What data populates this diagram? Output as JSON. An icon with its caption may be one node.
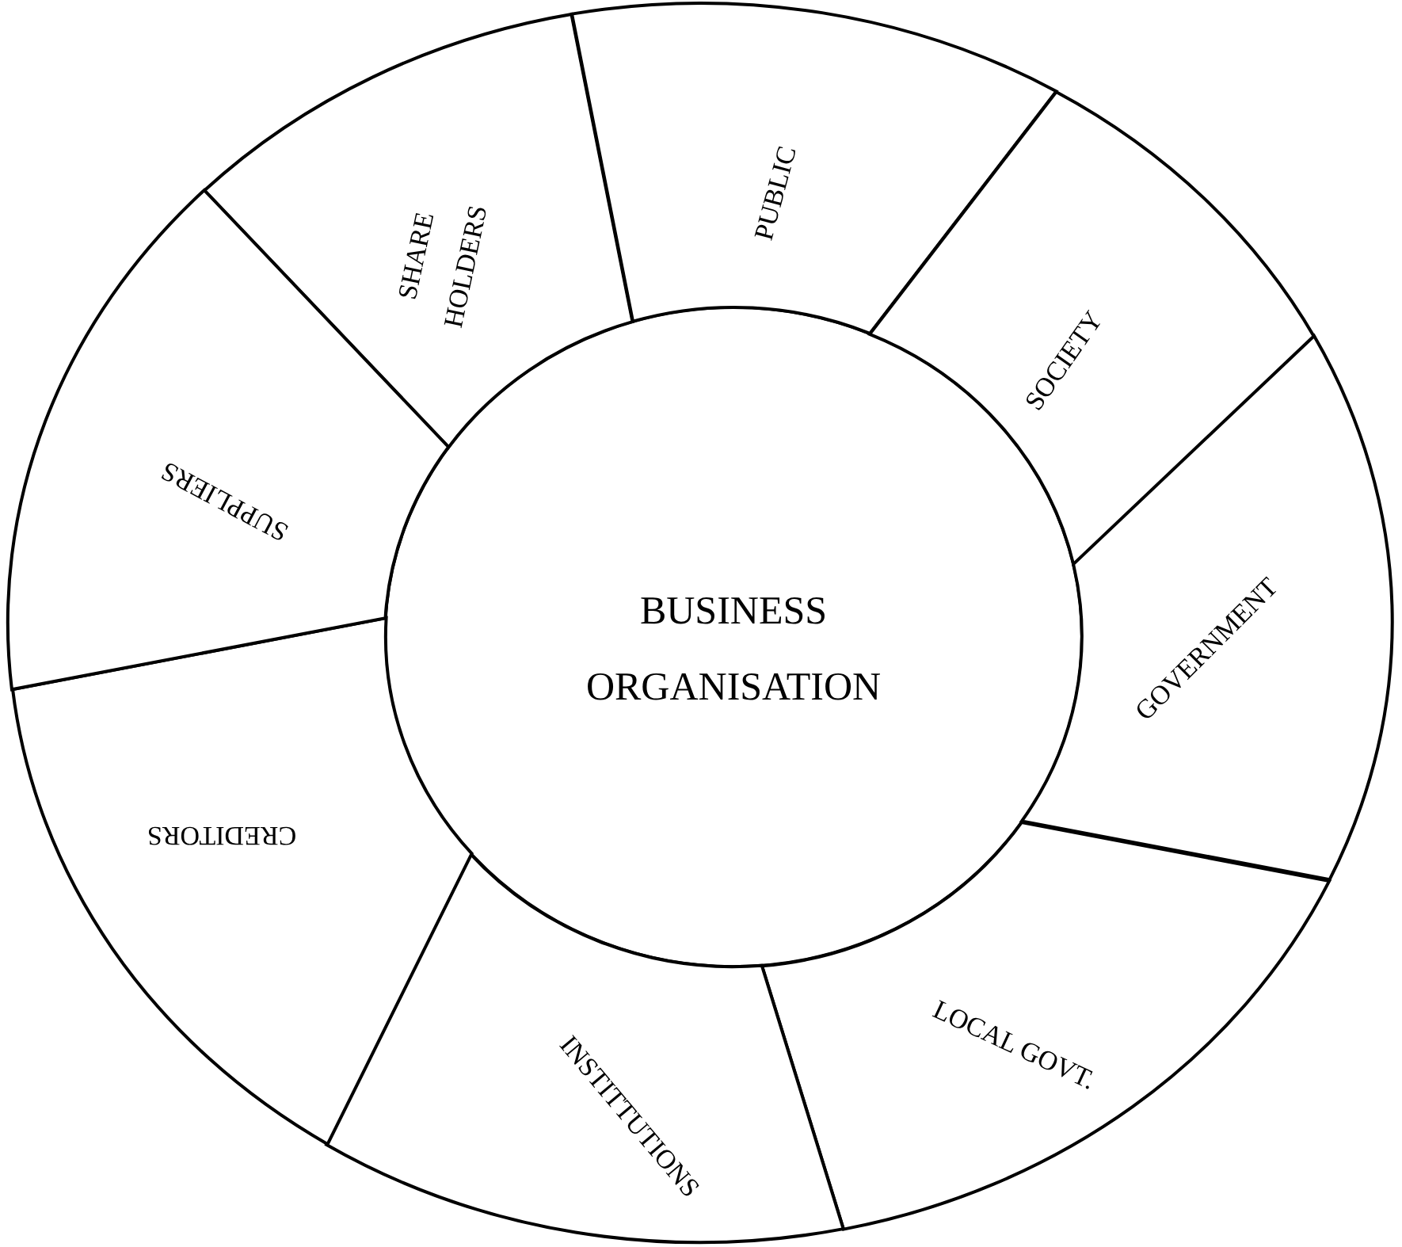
{
  "diagram": {
    "nodes": [
      {
        "text": [
          "BUSINESS ORGANISATION"
        ]
      },
      {
        "text": [
          "SHARE HOLDERS"
        ]
      },
      {
        "text": [
          "PUBLIC"
        ]
      },
      {
        "text": [
          "SOCIETY"
        ]
      },
      {
        "text": [
          "GOVERNMENT"
        ]
      },
      {
        "text": [
          "LOCAL GOVT."
        ]
      },
      {
        "text": [
          "INSTITTUTIONS"
        ]
      },
      {
        "text": [
          "CREDITORS"
        ]
      },
      {
        "text": [
          "SUPPLIERS"
        ]
      }
    ]
  }
}
